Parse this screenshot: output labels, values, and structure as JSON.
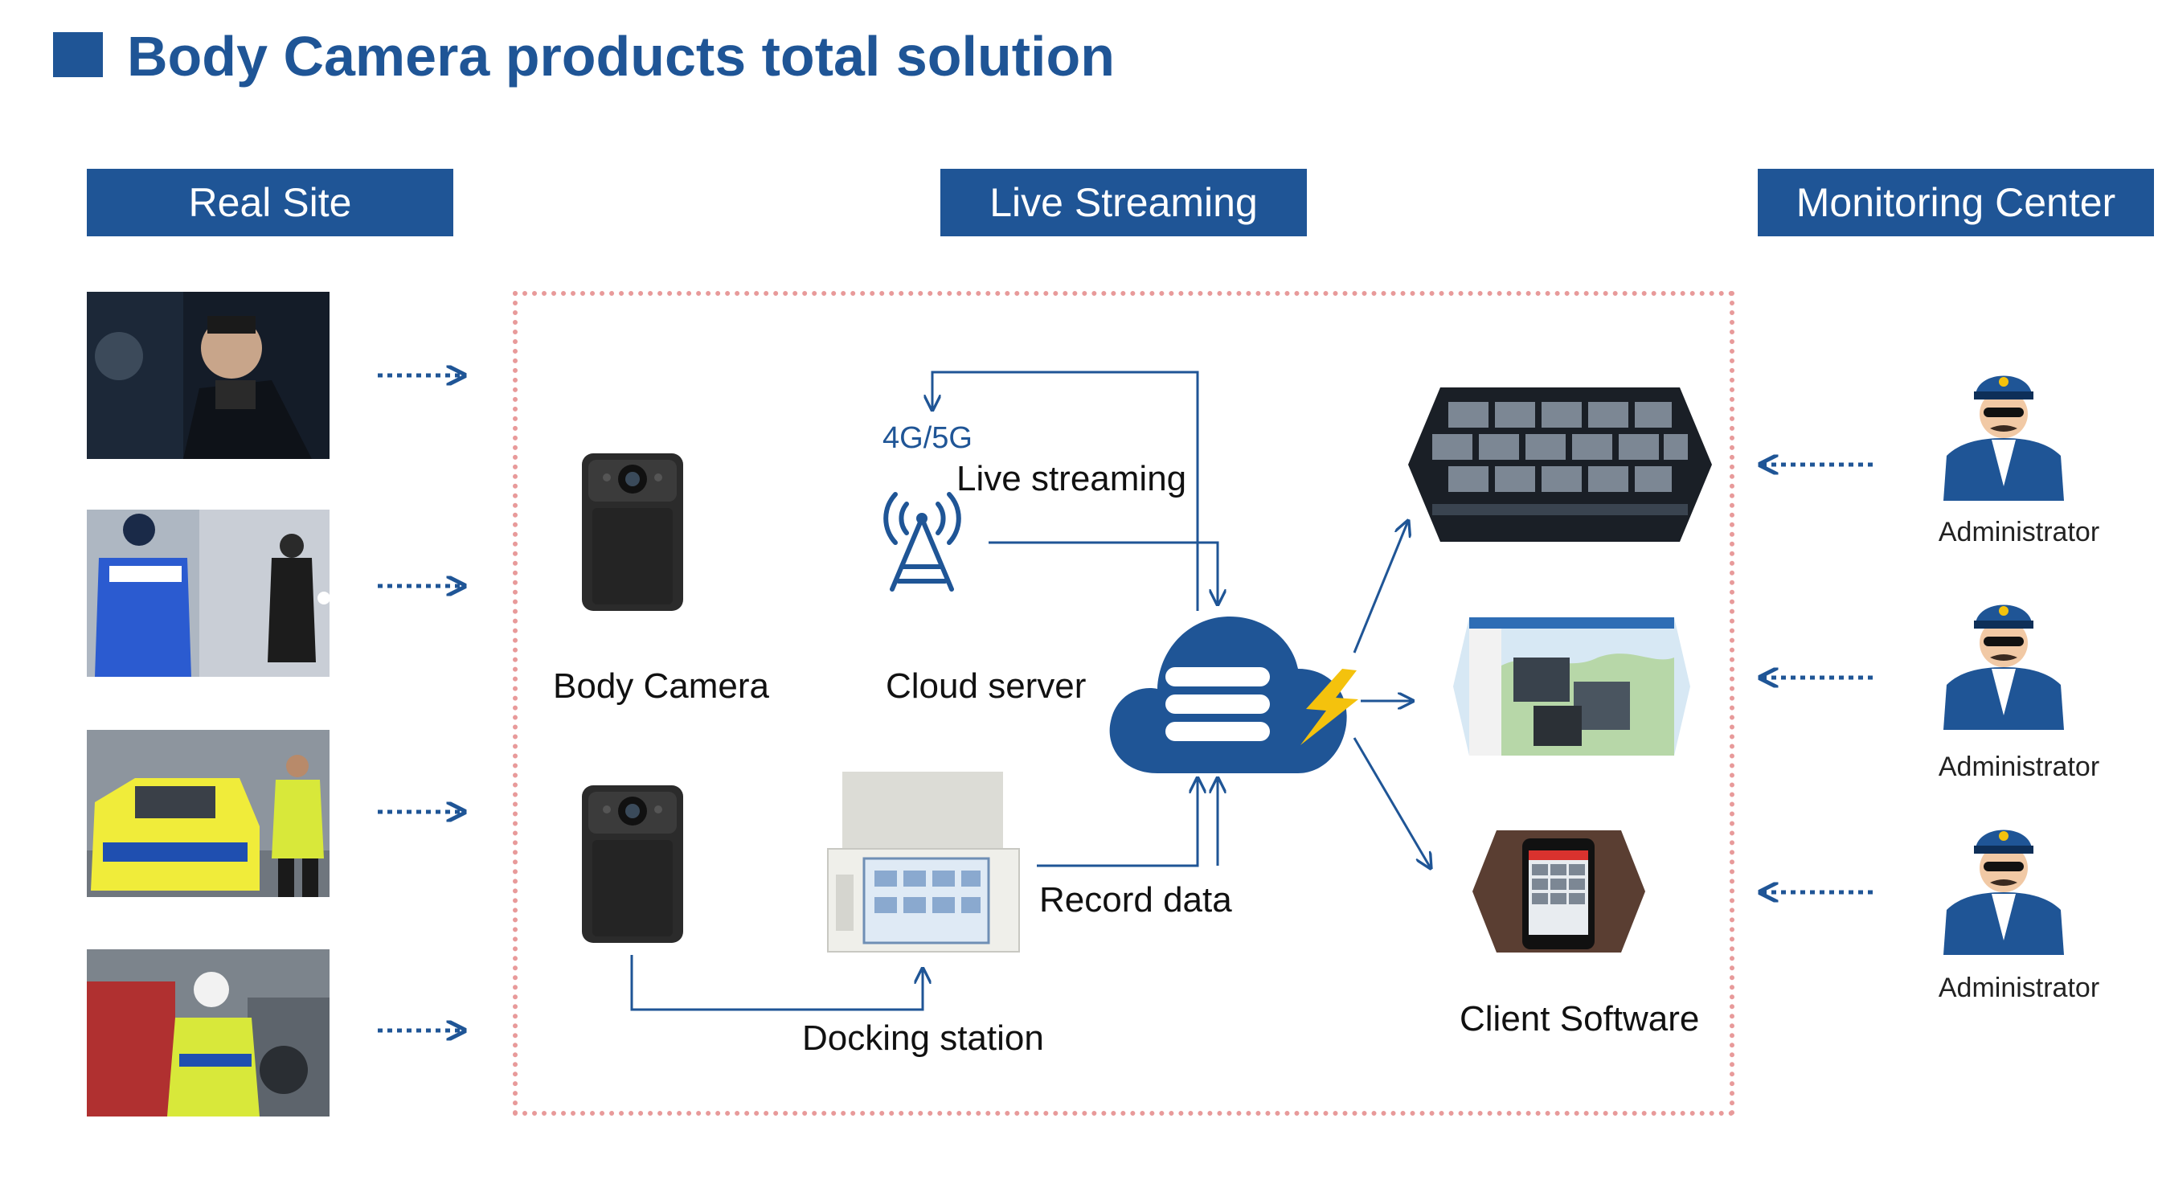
{
  "title": "Body Camera products total solution",
  "sections": {
    "real_site": "Real Site",
    "live_streaming": "Live Streaming",
    "monitoring_center": "Monitoring Center"
  },
  "diagram": {
    "band": "4G/5G",
    "live_streaming": "Live streaming",
    "body_camera": "Body Camera",
    "cloud_server": "Cloud  server",
    "record_data": "Record data",
    "docking_station": "Docking station",
    "client_software": "Client Software"
  },
  "admins": [
    "Administrator",
    "Administrator",
    "Administrator"
  ],
  "colors": {
    "brand_blue": "#1f5596",
    "dashed_border": "#e89a9a",
    "lightning": "#f4c20d"
  }
}
